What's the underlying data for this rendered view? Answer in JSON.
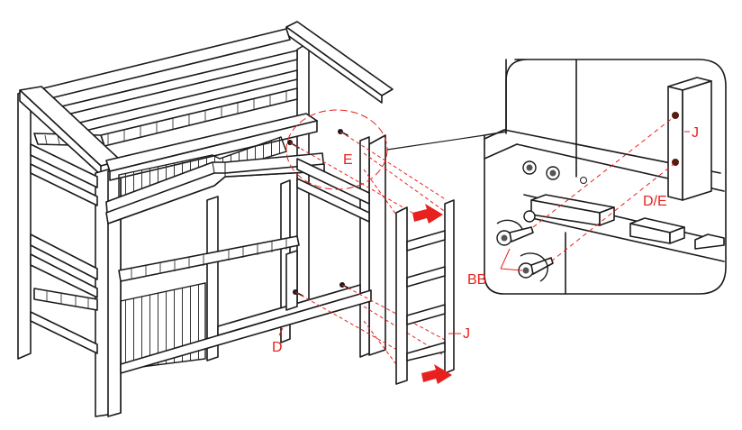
{
  "labels": {
    "panel_e": "E",
    "rail_d": "D",
    "ladder_j": "J",
    "detail_j": "J",
    "detail_de": "D/E",
    "bolts_bb": "BB"
  },
  "colors": {
    "line": "#1a1a1a",
    "annotation": "#e8201e",
    "background": "#ffffff"
  },
  "icons": [
    "arrow-right-icon",
    "screw-icon",
    "bolt-icon",
    "rotation-arrow-icon"
  ]
}
